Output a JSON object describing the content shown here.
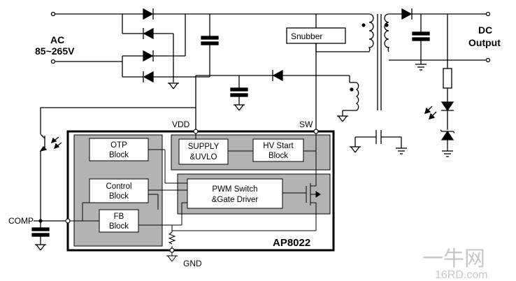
{
  "labels": {
    "ac_line1": "AC",
    "ac_line2": "85~265V",
    "dc_line1": "DC",
    "dc_line2": "Output",
    "snubber": "Snubber",
    "vdd": "VDD",
    "sw": "SW",
    "comp": "COMP",
    "gnd": "GND",
    "chip": "AP8022"
  },
  "blocks": {
    "otp": [
      "OTP",
      "Block"
    ],
    "control": [
      "Control",
      "Block"
    ],
    "fb": [
      "FB",
      "Block"
    ],
    "supply": [
      "SUPPLY",
      "&UVLO"
    ],
    "hv": [
      "HV Start",
      "Block"
    ],
    "pwm": [
      "PWM Switch",
      "&Gate Driver"
    ]
  },
  "watermark": {
    "logo": "一牛网",
    "url": "16RD.com"
  },
  "colors": {
    "line": "#000000",
    "chip_fill": "#ffffff",
    "block_fill": "#b3b3b3",
    "watermark": "#c8c8c8"
  }
}
